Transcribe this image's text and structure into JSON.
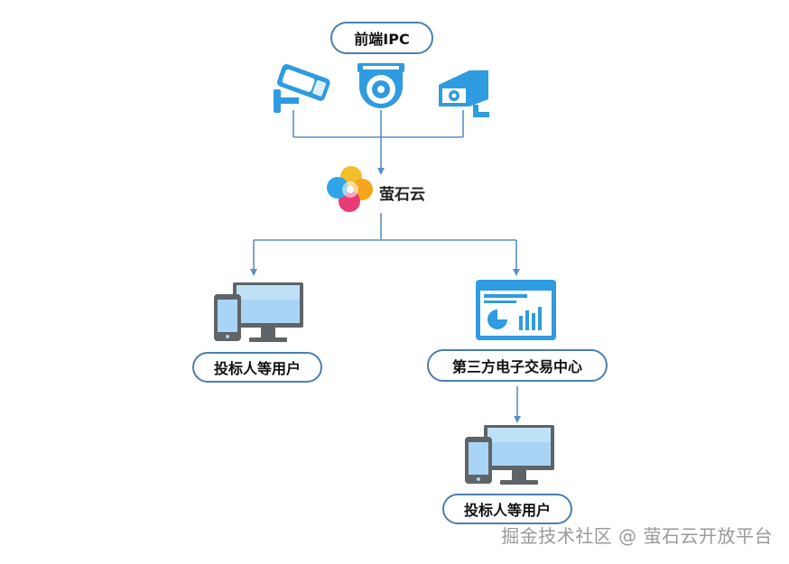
{
  "nodes": {
    "front_ipc": "前端IPC",
    "cloud_brand": "萤石云",
    "bidder_users_left": "投标人等用户",
    "trading_center": "第三方电子交易中心",
    "bidder_users_bottom": "投标人等用户"
  },
  "icons": {
    "camera_left": "bullet-camera-icon",
    "camera_center": "dome-camera-icon",
    "camera_right": "box-camera-icon",
    "brand_logo": "ezviz-logo-icon",
    "terminal_left": "monitor-phone-icon",
    "dashboard": "dashboard-screen-icon",
    "terminal_bottom": "monitor-phone-icon"
  },
  "colors": {
    "accent_blue": "#2f9be0",
    "line_blue": "#5b8fc4",
    "pill_border": "#4a7fb0",
    "screen_blue": "#a9d4f5",
    "device_gray": "#5f6468"
  },
  "watermark": "掘金技术社区 @ 萤石云开放平台"
}
